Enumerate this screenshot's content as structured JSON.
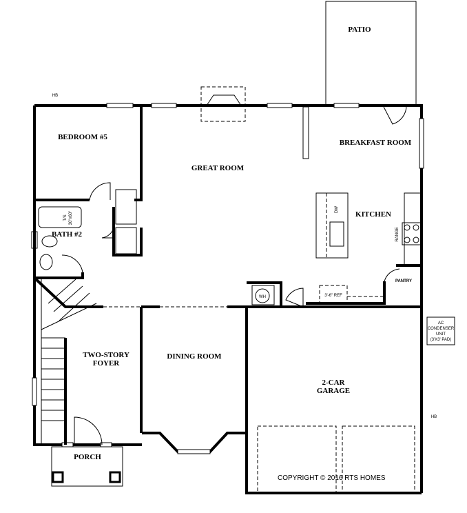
{
  "rooms": {
    "patio": "PATIO",
    "bedroom5": "BEDROOM #5",
    "great_room": "GREAT ROOM",
    "breakfast_room": "BREAKFAST ROOM",
    "kitchen": "KITCHEN",
    "bath2": "BATH #2",
    "foyer_line1": "TWO-STORY",
    "foyer_line2": "FOYER",
    "dining_room": "DINING ROOM",
    "garage_line1": "2-CAR",
    "garage_line2": "GARAGE",
    "porch": "PORCH",
    "pantry": "PANTRY"
  },
  "fixtures": {
    "dw": "DW",
    "range": "RANGE",
    "ref": "3'-6\" REF",
    "wh": "WH",
    "hb": "HB",
    "tub_line1": "T/S",
    "tub_line2": "30\"x60\"",
    "ac_line1": "AC",
    "ac_line2": "CONDENSER",
    "ac_line3": "UNIT",
    "ac_line4": "(3'X3' PAD)"
  },
  "copyright": "COPYRIGHT © 2016 RTS HOMES"
}
